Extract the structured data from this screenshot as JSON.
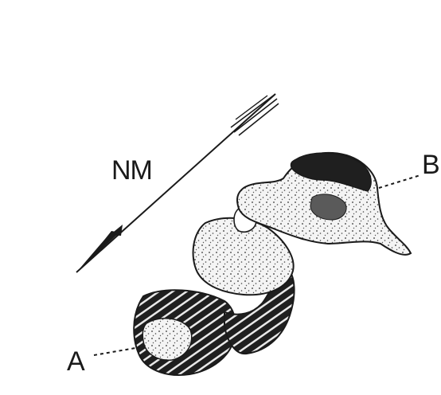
{
  "labels": {
    "north_arrow": "NM",
    "site_a": "A",
    "site_b": "B"
  },
  "colors": {
    "ink": "#1a1a1a",
    "stipple": "#f2f2f2",
    "paper": "#ffffff"
  },
  "features": [
    "north-arrow",
    "outcrop-lower",
    "outcrop-connector",
    "outcrop-middle",
    "outcrop-upper",
    "leader-a",
    "leader-b"
  ]
}
